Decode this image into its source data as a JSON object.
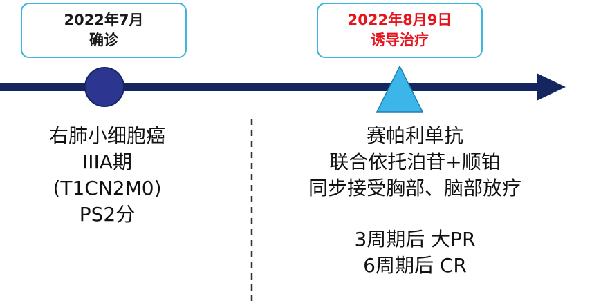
{
  "colors": {
    "timeline": "#142560",
    "box_border": "#3bb6dc",
    "circle_fill": "#2c3690",
    "triangle_fill": "#3cb5e8",
    "right_date_text": "#e8141c",
    "divider": "#333333"
  },
  "milestones": [
    {
      "date": "2022年7月",
      "event": "确诊",
      "marker": "circle",
      "details": [
        "右肺小细胞癌",
        "IIIA期",
        "(T1CN2M0)",
        "PS2分"
      ]
    },
    {
      "date": "2022年8月9日",
      "event": "诱导治疗",
      "marker": "triangle",
      "details": [
        "赛帕利单抗",
        "联合依托泊苷+顺铂",
        "同步接受胸部、脑部放疗"
      ],
      "outcomes": [
        "3周期后 大PR",
        "6周期后 CR"
      ]
    }
  ]
}
